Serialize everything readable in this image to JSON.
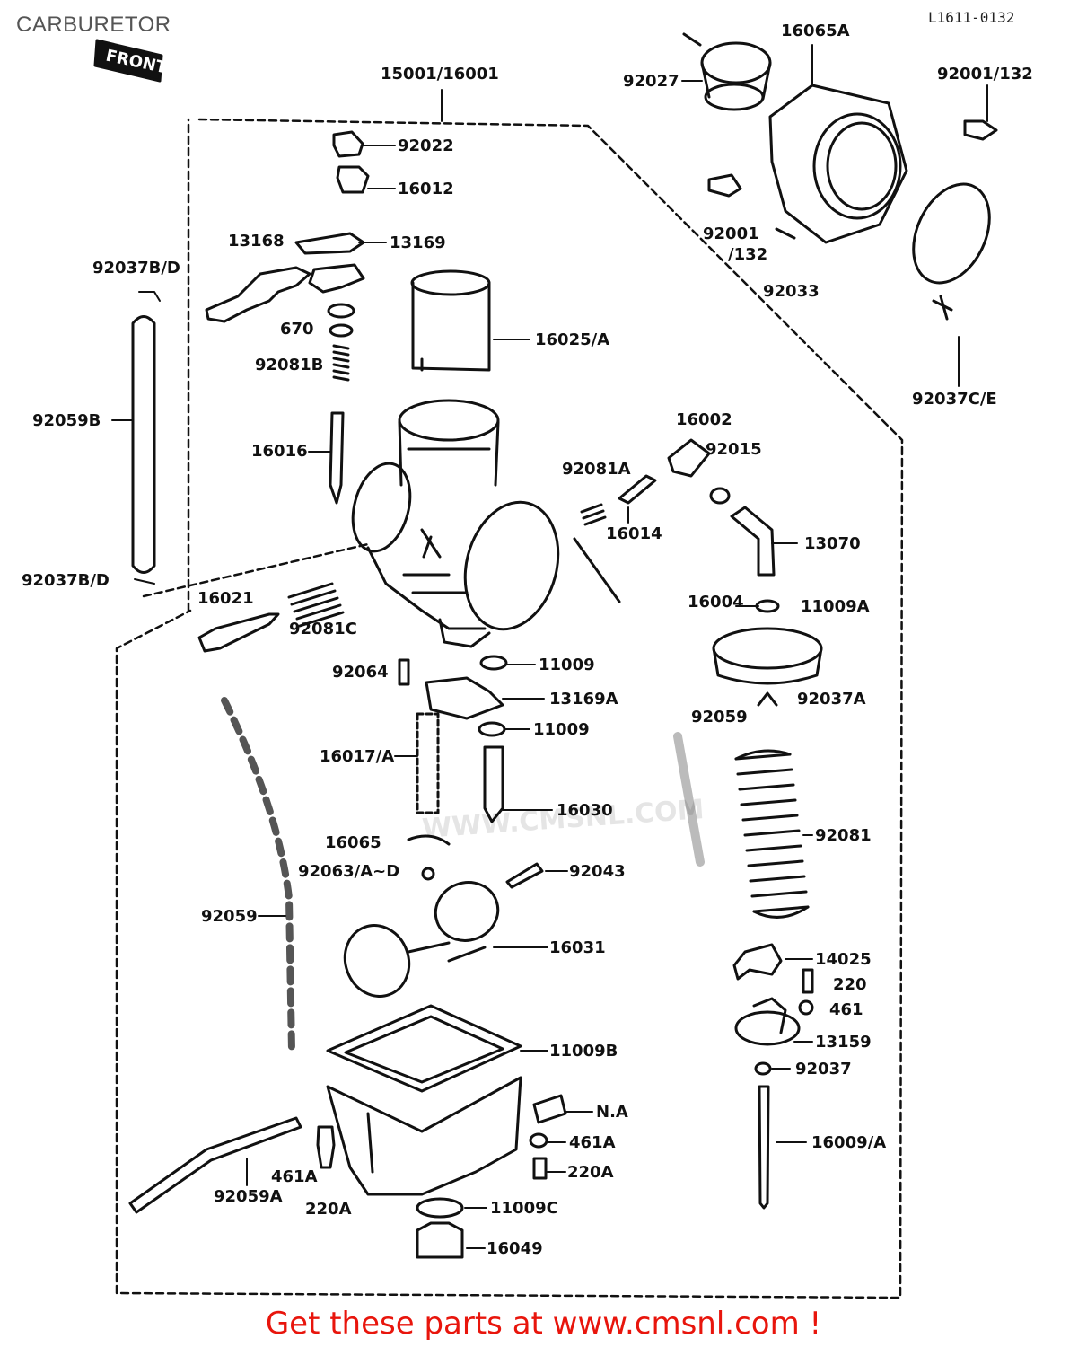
{
  "page": {
    "title": "CARBURETOR",
    "diagram_code": "L1611-0132",
    "front_label": "FRONT",
    "watermark": "WWW.CMSNL.COM",
    "footer_cta": "Get these parts at www.cmsnl.com !"
  },
  "colors": {
    "footer": "#e8150c",
    "title": "#555555",
    "lines": "#111111"
  },
  "labels": {
    "p15001": "15001/16001",
    "p16065A": "16065A",
    "p92001_132_top": "92001/132",
    "p92027": "92027",
    "p92001_mid": "92001",
    "p132_mid": "/132",
    "p92033": "92033",
    "p92037CE": "92037C/E",
    "p92022": "92022",
    "p16012": "16012",
    "p13168": "13168",
    "p13169": "13169",
    "p92037BD_top": "92037B/D",
    "p670": "670",
    "p92081B": "92081B",
    "p16025A": "16025/A",
    "p92059B": "92059B",
    "p16016": "16016",
    "p16002": "16002",
    "p92015": "92015",
    "p92081A": "92081A",
    "p16014": "16014",
    "p13070": "13070",
    "p92037BD_bot": "92037B/D",
    "p16021": "16021",
    "p92081C": "92081C",
    "p16004": "16004",
    "p11009A": "11009A",
    "p92064": "92064",
    "p11009_a": "11009",
    "p13169A": "13169A",
    "p92037A": "92037A",
    "p92059_right": "92059",
    "p11009_b": "11009",
    "p16017A": "16017/A",
    "p16030": "16030",
    "p92081": "92081",
    "p16065": "16065",
    "p92063": "92063/A~D",
    "p92043": "92043",
    "p92059_left": "92059",
    "p16031": "16031",
    "p14025": "14025",
    "p220": "220",
    "p461": "461",
    "p13159": "13159",
    "p11009B": "11009B",
    "p92037": "92037",
    "pNA": "N.A",
    "p461A_right": "461A",
    "p16009A": "16009/A",
    "p220A_right": "220A",
    "p461A_left": "461A",
    "p92059A": "92059A",
    "p220A_left": "220A",
    "p11009C": "11009C",
    "p16049": "16049"
  }
}
